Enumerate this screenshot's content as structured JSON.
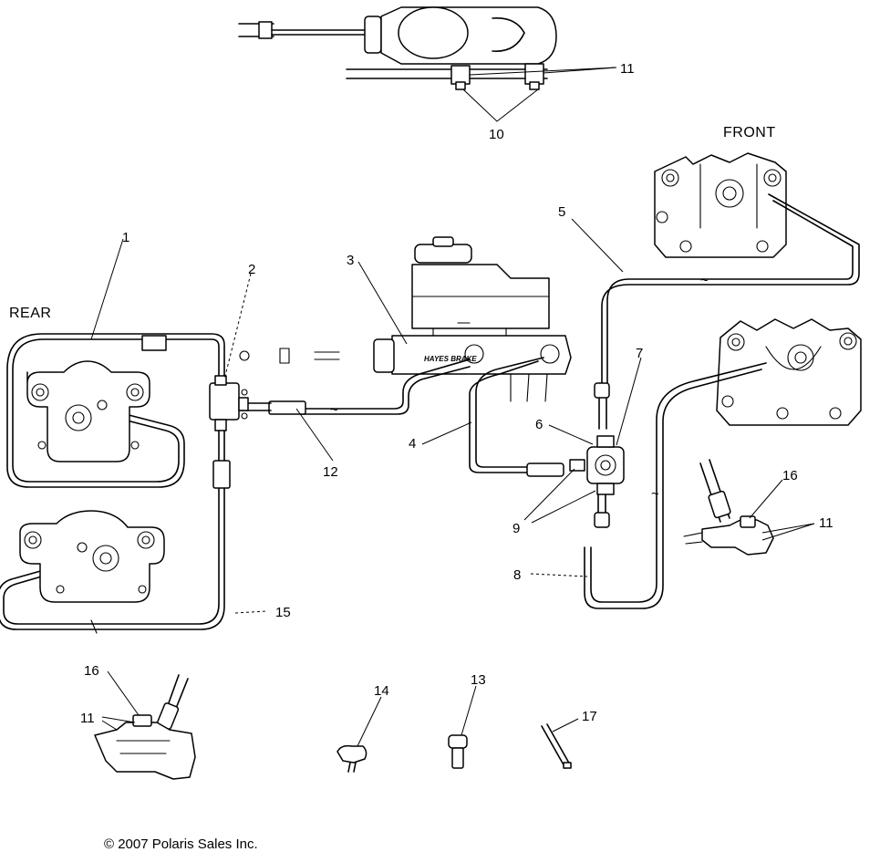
{
  "callouts": {
    "c1": "1",
    "c2": "2",
    "c3": "3",
    "c4": "4",
    "c5": "5",
    "c6": "6",
    "c7": "7",
    "c8": "8",
    "c9": "9",
    "c10": "10",
    "c11_top": "11",
    "c11_right": "11",
    "c11_bottom": "11",
    "c12": "12",
    "c13": "13",
    "c14": "14",
    "c15": "15",
    "c16_right": "16",
    "c16_bottom": "16",
    "c17": "17"
  },
  "side_labels": {
    "rear": "REAR",
    "front": "FRONT"
  },
  "master_cylinder_brand": "HAYES BRAKE",
  "copyright": "© 2007 Polaris Sales Inc."
}
